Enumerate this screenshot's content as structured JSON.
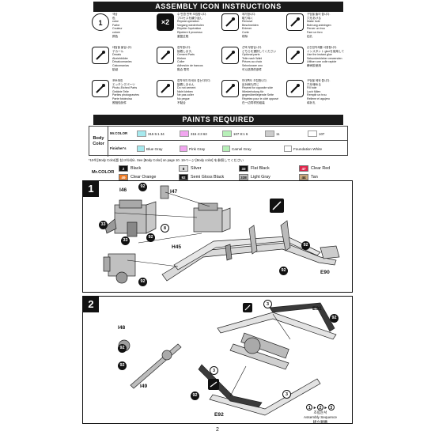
{
  "header": {
    "icon_title": "ASSEMBLY ICON INSTRUCTIONS",
    "paints_title": "PAINTS REQUIRED"
  },
  "icon_cells": [
    {
      "badge": "1",
      "badge_style": "round",
      "icon": "number-1-icon",
      "text": "색상\n色\ncolor\nFarbe\nCouleur\ncolore\n颜色"
    },
    {
      "badge": "×2",
      "badge_style": "dark",
      "icon": "repeat-x2-icon",
      "text": "수 만큼 반복 조립합니다.\nプロセスを繰り返し\nRepeat operation\nVorgang wiederholen\nRépéter l'opération\nRipetere il processo\n重复过程"
    },
    {
      "badge": "",
      "badge_style": "white",
      "icon": "knife-remove-icon",
      "text": "제거합니다.\n取り除く\nRemove\nBeschneiden\nEnlever\nCorte\n削除"
    },
    {
      "badge": "",
      "badge_style": "white",
      "icon": "drill-hole-icon",
      "text": "구멍을 뚫어 줍니다.\n穴をあける\nMake hole\nBohrung anbringen\nPercer un trou\nFare un foro\n钻孔"
    },
    {
      "badge": "",
      "badge_style": "white",
      "icon": "decal-icon",
      "text": "데칼을 붙입니다.\nデカール\nDecals\nAbziehbilder\nDécalcomanies\nCalcomanías\n贴纸"
    },
    {
      "badge": "",
      "badge_style": "white",
      "icon": "cement-tube-icon",
      "text": "접착합니다.\n接着します。\nCement Parts\nKleben\nColler\nAdhesión de bancos\n黏合 零件"
    },
    {
      "badge": "",
      "badge_style": "white",
      "icon": "optional-parts-icon",
      "text": "선택 부품입니다.\nどちらを選択してください\nOptional parts\nTeile nach Wahl\nPièces au choix\nSelezionare uno\n可以选择的部件"
    },
    {
      "badge": "",
      "badge_style": "white",
      "icon": "instant-glue-icon",
      "text": "순간접착제를 사용합니다.\nインスタント glueを使用して\nUse the instant glue\nSekundenkleber verwenden\nUtiliser une colle rapide\n瞬间胶使用"
    },
    {
      "badge": "",
      "badge_style": "white",
      "icon": "photo-etched-icon",
      "text": "포토에칭\nエッチングパーツ\nPhoto-Etched Parts\nGeätzte Teile\nParties photogravées\nParte fotoincisa\n照相蚀刻件"
    },
    {
      "badge": "",
      "badge_style": "white",
      "icon": "no-cement-icon",
      "text": "접착하지 마세요 접는다더다.\n接着しません\nDo not cement\nNicht kleben\nNe pas coller\nNo pegue\n不黏合"
    },
    {
      "badge": "",
      "badge_style": "white",
      "icon": "repeat-opposite-icon",
      "text": "반대쪽도 조립합니다.\n反対側も同じ\nRepeat for opposite side\nWiederholung für gegenüberliegende Seite\nRépétez pour le côté opposé\n在一边同样的组装"
    },
    {
      "badge": "",
      "badge_style": "white",
      "icon": "fill-hole-icon",
      "text": "구멍을 메워 줍니다.\n穴を埋める\nFill hole\nLoch füllen\nRemplir un trou\nRellene el agujero\n填补孔"
    }
  ],
  "paints": {
    "body_color_label": "Body Color",
    "rows": [
      {
        "head": "Mr.COLOR",
        "cells": [
          {
            "swatch": "#a6e9ee",
            "text": "315 5:1 34"
          },
          {
            "swatch": "#f2a6f0",
            "text": "315 4:3 63"
          },
          {
            "swatch": "#b7f0b8",
            "text": "107 8:1 6"
          },
          {
            "swatch": "#cccccc",
            "text": "11"
          },
          {
            "swatch": "#ffffff",
            "text": "107"
          }
        ]
      },
      {
        "head": "Finisher's",
        "cells": [
          {
            "swatch": "#a6e9ee",
            "text": "Blue Gray"
          },
          {
            "swatch": "#f2a6f0",
            "text": "Pink Gray"
          },
          {
            "swatch": "#b7f0b8",
            "text": "Camel Gray"
          },
          {
            "swatch": "#ffffff",
            "text": "Foundation White"
          }
        ]
      }
    ],
    "note": "*10색 [Body Color]를 참고하세요.   See [Body Color] on page 10.  19ページ [Body color] を参照してください",
    "mr_color_label": "Mr.COLOR",
    "colors": [
      {
        "num": "2",
        "name": "Black",
        "numcolor": "#111111",
        "numtext": "#ffffff"
      },
      {
        "num": "8",
        "name": "Silver",
        "numcolor": "#dcdcdc",
        "numtext": "#111111"
      },
      {
        "num": "33",
        "name": "Flat Black",
        "numcolor": "#111111",
        "numtext": "#ffffff"
      },
      {
        "num": "47",
        "name": "Clear Red",
        "numcolor": "#e0254b",
        "numtext": "#ffffff"
      },
      {
        "num": "49",
        "name": "Clear Orange",
        "numcolor": "#f07a22",
        "numtext": "#ffffff"
      },
      {
        "num": "92",
        "name": "Semi Gloss Black",
        "numcolor": "#111111",
        "numtext": "#ffffff"
      },
      {
        "num": "338",
        "name": "Light Gray",
        "numcolor": "#bdbdbd",
        "numtext": "#111111"
      },
      {
        "num": "44",
        "name": "Tan",
        "numcolor": "#c9a77a",
        "numtext": "#111111"
      }
    ]
  },
  "step1": {
    "number": "1",
    "parts": [
      "I46",
      "I47",
      "H45",
      "E90"
    ],
    "refs": [
      "92",
      "33",
      "33",
      "8",
      "92",
      "92",
      "92",
      "92"
    ]
  },
  "step2": {
    "number": "2",
    "parts": [
      "I48",
      "I49",
      "E91",
      "E92"
    ],
    "refs": [
      "92",
      "92",
      "92",
      "92"
    ],
    "white_refs": [
      "3",
      "3",
      "3"
    ],
    "sequence": "조립순서\nAssembly Sequence\n組立順番",
    "seq_steps": [
      "1",
      "2",
      "3"
    ]
  },
  "page_number": "2"
}
